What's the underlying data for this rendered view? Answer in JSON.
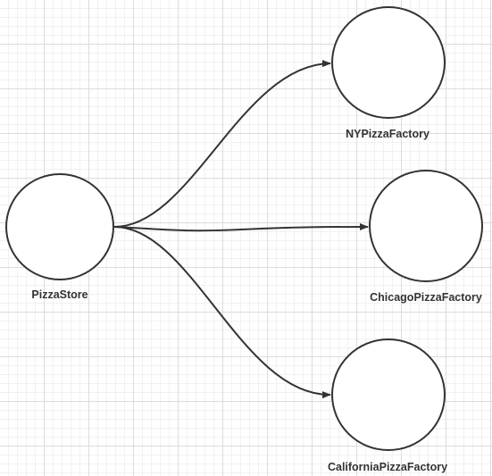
{
  "diagram": {
    "nodes": [
      {
        "id": "pizza-store",
        "label": "PizzaStore"
      },
      {
        "id": "ny-pizza-factory",
        "label": "NYPizzaFactory"
      },
      {
        "id": "chicago-pizza-factory",
        "label": "ChicagoPizzaFactory"
      },
      {
        "id": "california-pizza-factory",
        "label": "CaliforniaPizzaFactory"
      }
    ],
    "edges": [
      {
        "from": "pizza-store",
        "to": "ny-pizza-factory"
      },
      {
        "from": "pizza-store",
        "to": "chicago-pizza-factory"
      },
      {
        "from": "pizza-store",
        "to": "california-pizza-factory"
      }
    ],
    "colors": {
      "stroke": "#333333",
      "node_fill": "#ffffff",
      "grid": "#dcdcdc"
    }
  }
}
